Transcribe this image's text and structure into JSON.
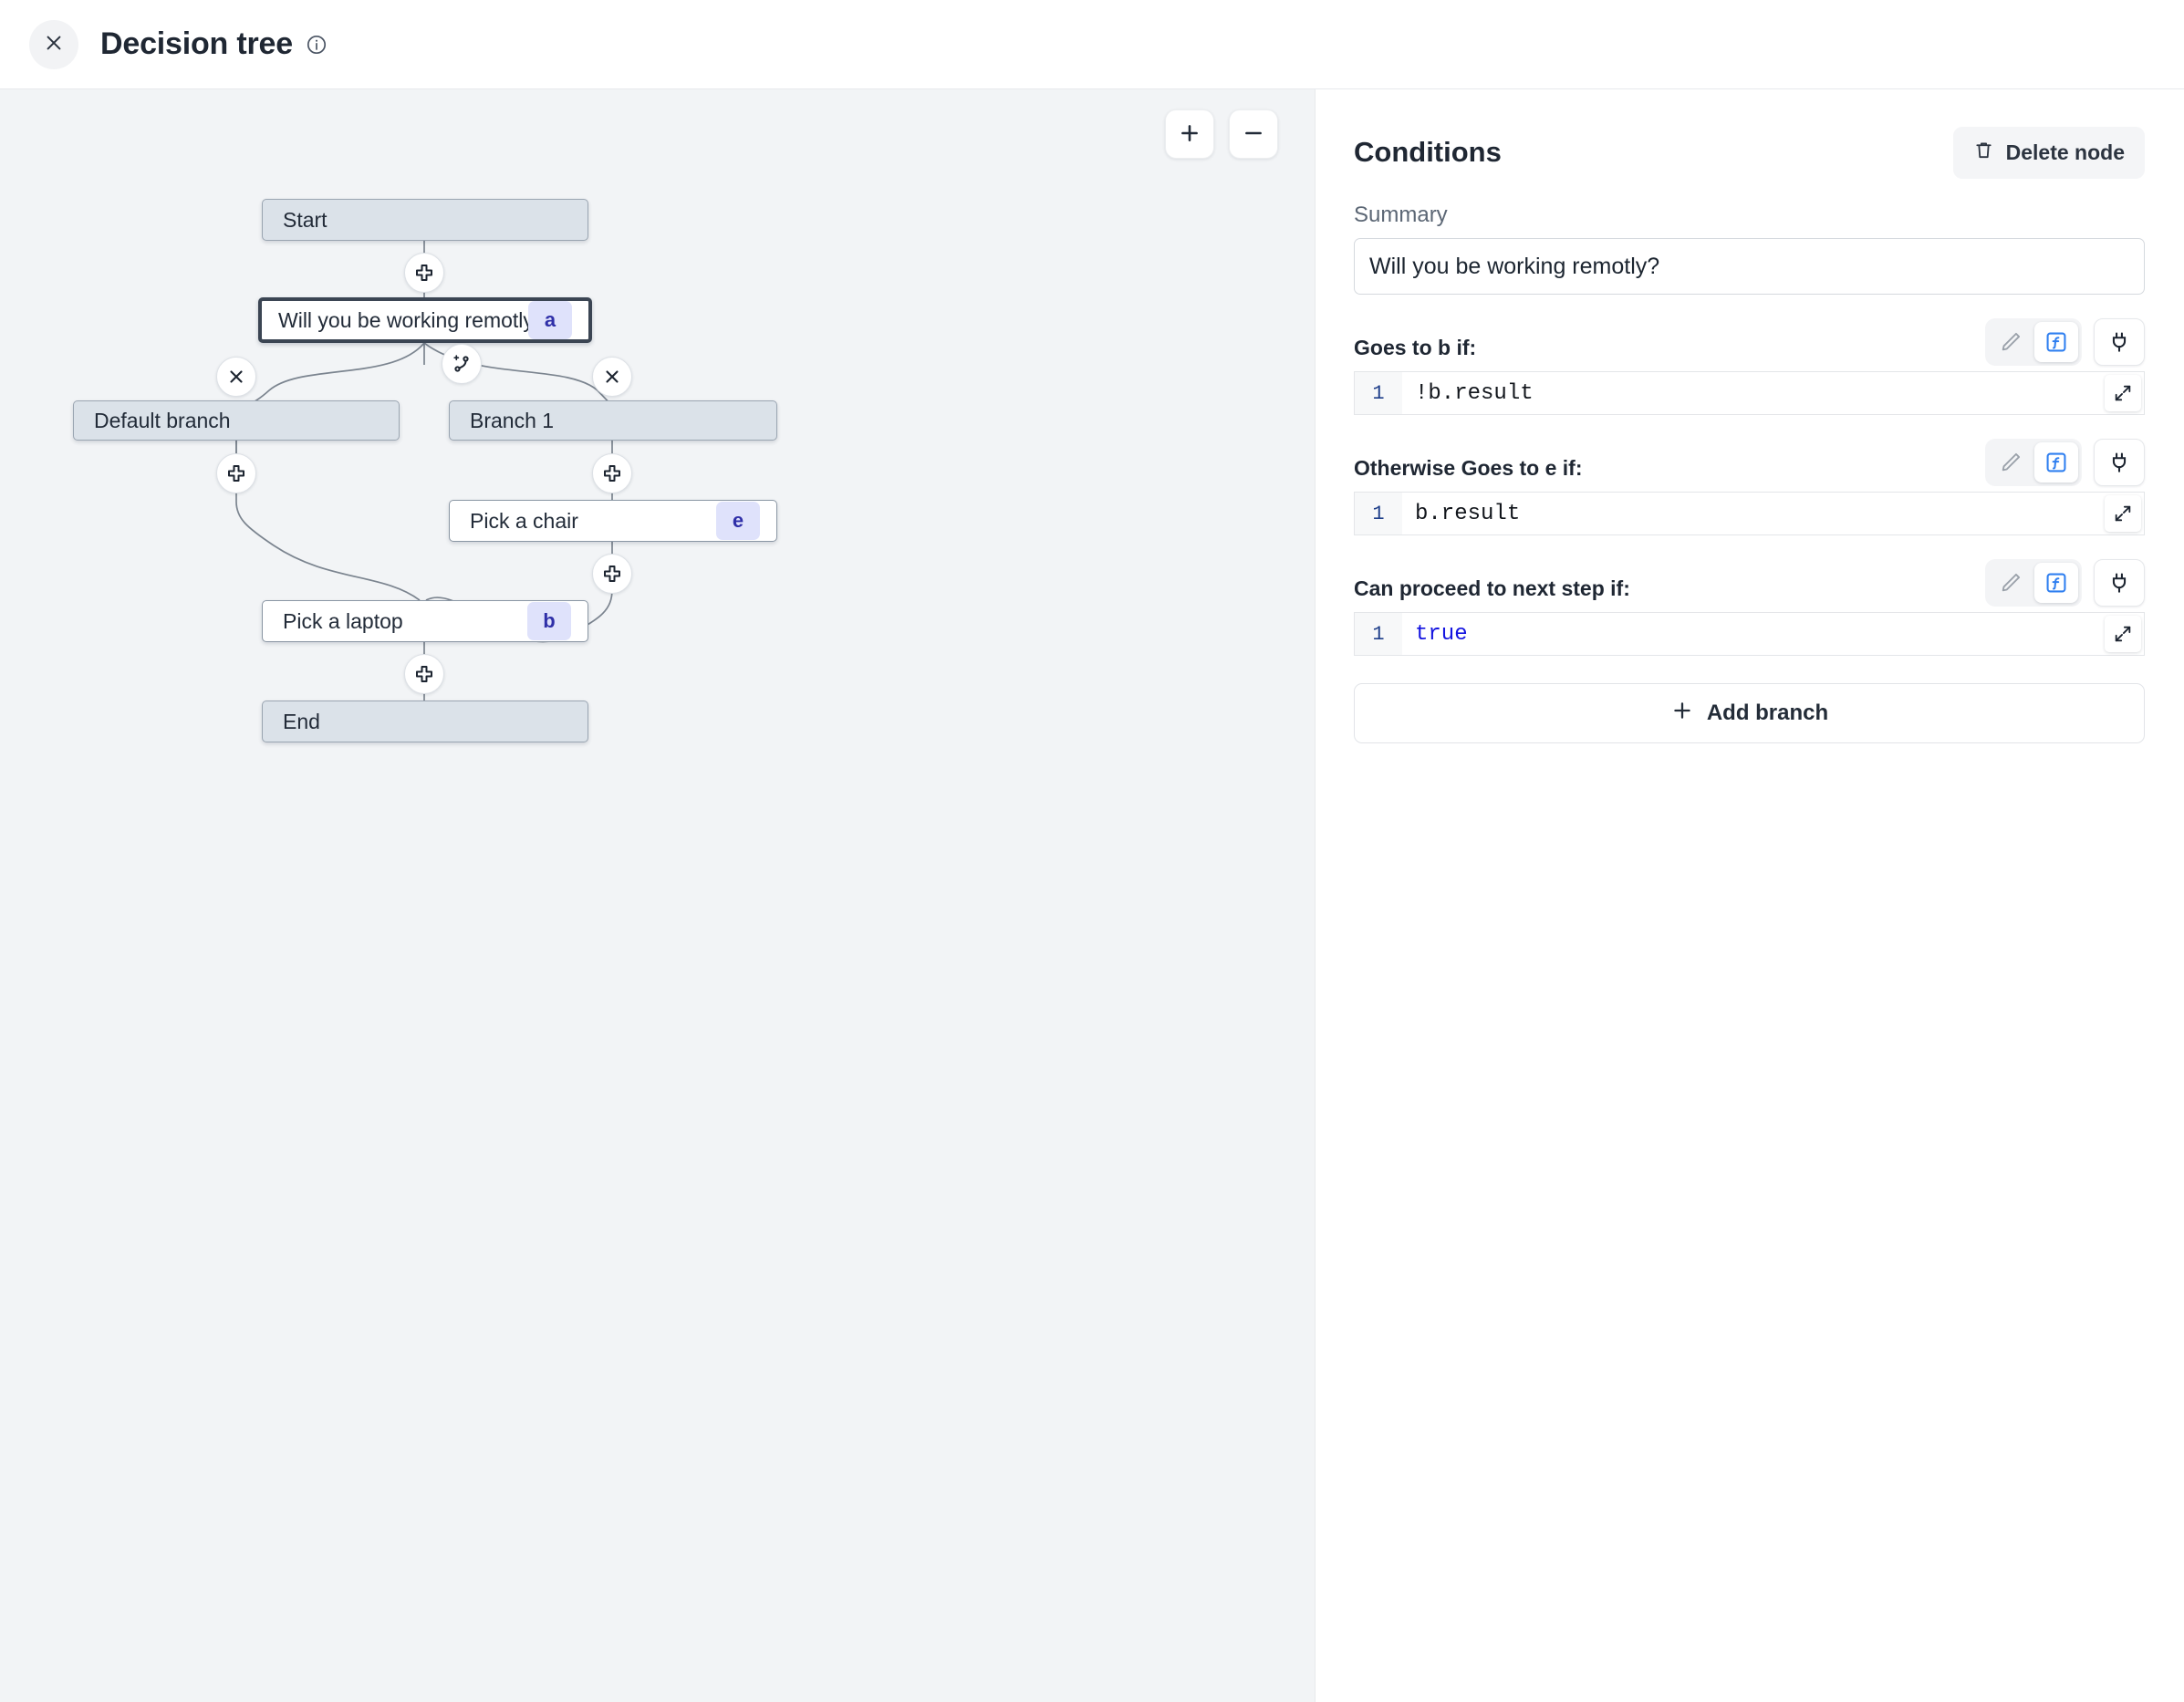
{
  "header": {
    "title": "Decision tree",
    "close_icon": "close-icon",
    "info_icon": "info-icon"
  },
  "canvas": {
    "zoom_in_label": "+",
    "zoom_out_label": "−",
    "nodes": [
      {
        "id": "start",
        "label": "Start",
        "badge": "",
        "style": "gray",
        "selected": false
      },
      {
        "id": "a",
        "label": "Will you be working remotly?",
        "badge": "a",
        "style": "white",
        "selected": true
      },
      {
        "id": "default",
        "label": "Default branch",
        "badge": "",
        "style": "gray",
        "selected": false
      },
      {
        "id": "branch1",
        "label": "Branch 1",
        "badge": "",
        "style": "gray",
        "selected": false
      },
      {
        "id": "e",
        "label": "Pick a chair",
        "badge": "e",
        "style": "white",
        "selected": false
      },
      {
        "id": "b",
        "label": "Pick a laptop",
        "badge": "b",
        "style": "white",
        "selected": false
      },
      {
        "id": "end",
        "label": "End",
        "badge": "",
        "style": "gray",
        "selected": false
      }
    ],
    "handles": [
      {
        "name": "add-node-after-start",
        "icon": "plus-icon"
      },
      {
        "name": "add-branch-handle",
        "icon": "branch-plus-icon"
      },
      {
        "name": "remove-default-branch",
        "icon": "close-icon"
      },
      {
        "name": "remove-branch-1",
        "icon": "close-icon"
      },
      {
        "name": "add-node-default-branch",
        "icon": "plus-icon"
      },
      {
        "name": "add-node-branch-1",
        "icon": "plus-icon"
      },
      {
        "name": "add-node-after-pick-a-chair",
        "icon": "plus-icon"
      },
      {
        "name": "add-node-after-pick-a-laptop",
        "icon": "plus-icon"
      }
    ]
  },
  "panel": {
    "title": "Conditions",
    "delete_label": "Delete node",
    "summary_label": "Summary",
    "summary_value": "Will you be working remotly?",
    "summary_placeholder": "Summary",
    "conditions": [
      {
        "label": "Goes to b if:",
        "line": "1",
        "code": "!b.result",
        "code_kind": "plain",
        "mode": "function"
      },
      {
        "label": "Otherwise Goes to e if:",
        "line": "1",
        "code": "b.result",
        "code_kind": "plain",
        "mode": "function"
      },
      {
        "label": "Can proceed to next step if:",
        "line": "1",
        "code": "true",
        "code_kind": "keyword",
        "mode": "function"
      }
    ],
    "add_branch_label": "Add branch",
    "tool_icons": {
      "edit": "pencil-icon",
      "function": "function-icon",
      "connect": "plug-icon",
      "expand": "expand-icon"
    }
  },
  "colors": {
    "accent_blue": "#2f7ff0",
    "badge_bg": "#dfe2fb",
    "badge_text": "#2f2fa8",
    "canvas_bg": "#f2f4f6",
    "node_gray": "#dbe2e9",
    "keyword": "#1414e0"
  }
}
